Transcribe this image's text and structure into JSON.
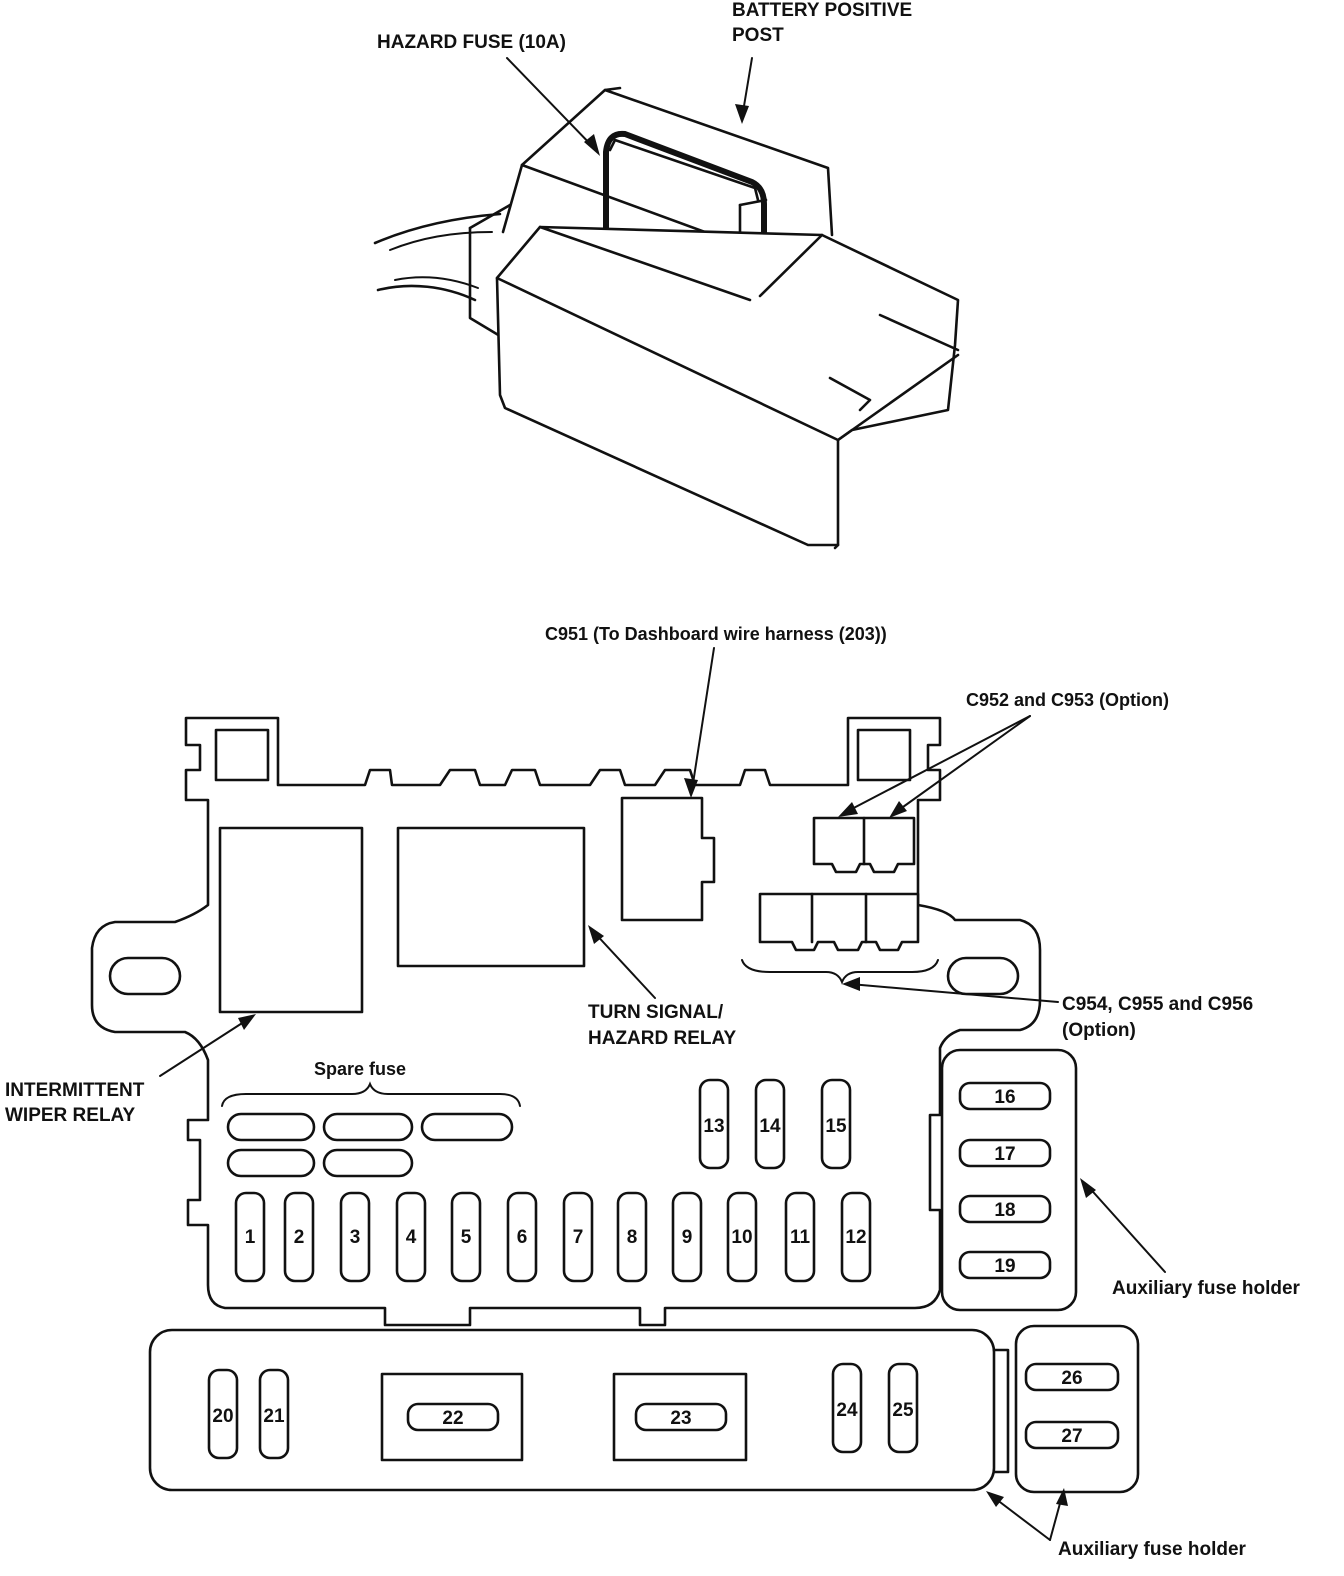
{
  "labels": {
    "battery_positive_line1": "BATTERY POSITIVE",
    "battery_positive_line2": "POST",
    "hazard_fuse": "HAZARD FUSE (10A)",
    "c951": "C951 (To Dashboard wire harness (203))",
    "c952_c953": "C952 and C953 (Option)",
    "c954_line1": "C954, C955 and C956",
    "c954_line2": "(Option)",
    "turn_signal_line1": "TURN SIGNAL/",
    "turn_signal_line2": "HAZARD RELAY",
    "wiper_line1": "INTERMITTENT",
    "wiper_line2": "WIPER RELAY",
    "spare_fuse": "Spare fuse",
    "aux_fuse_holder_right": "Auxiliary fuse holder",
    "aux_fuse_holder_bottom": "Auxiliary fuse holder"
  },
  "fuses": {
    "f1": "1",
    "f2": "2",
    "f3": "3",
    "f4": "4",
    "f5": "5",
    "f6": "6",
    "f7": "7",
    "f8": "8",
    "f9": "9",
    "f10": "10",
    "f11": "11",
    "f12": "12",
    "f13": "13",
    "f14": "14",
    "f15": "15",
    "f16": "16",
    "f17": "17",
    "f18": "18",
    "f19": "19",
    "f20": "20",
    "f21": "21",
    "f22": "22",
    "f23": "23",
    "f24": "24",
    "f25": "25",
    "f26": "26",
    "f27": "27"
  }
}
